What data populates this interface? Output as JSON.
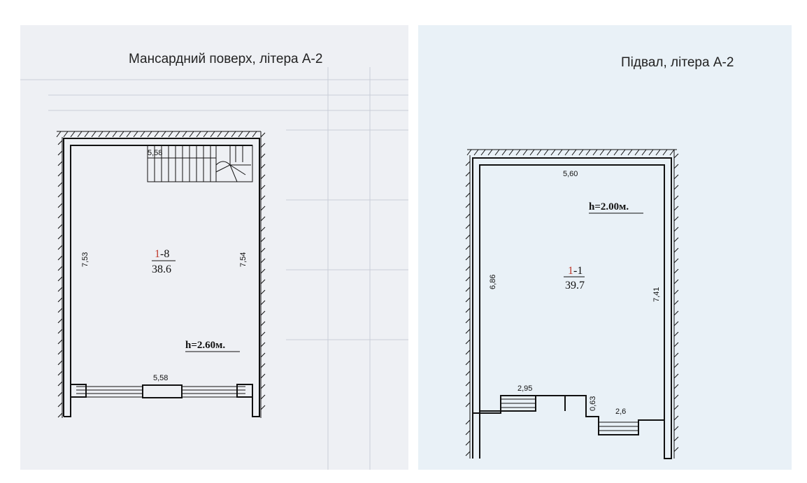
{
  "left_plan": {
    "title": "Мансардний поверх, літера А-2",
    "stair_width": "5,58",
    "left_wall": "7,53",
    "right_wall": "7,54",
    "room_prefix": "1",
    "room_suffix": "-8",
    "area": "38.6",
    "height": "h=2.60м.",
    "bottom_wall": "5,58"
  },
  "right_plan": {
    "title": "Підвал, літера А-2",
    "top_wall": "5,60",
    "height": "h=2.00м.",
    "left_wall": "6,86",
    "right_wall": "7,41",
    "room_prefix": "1",
    "room_suffix": "-1",
    "area": "39.7",
    "step_left": "2,95",
    "step_depth": "0,63",
    "step_right": "2,6"
  }
}
